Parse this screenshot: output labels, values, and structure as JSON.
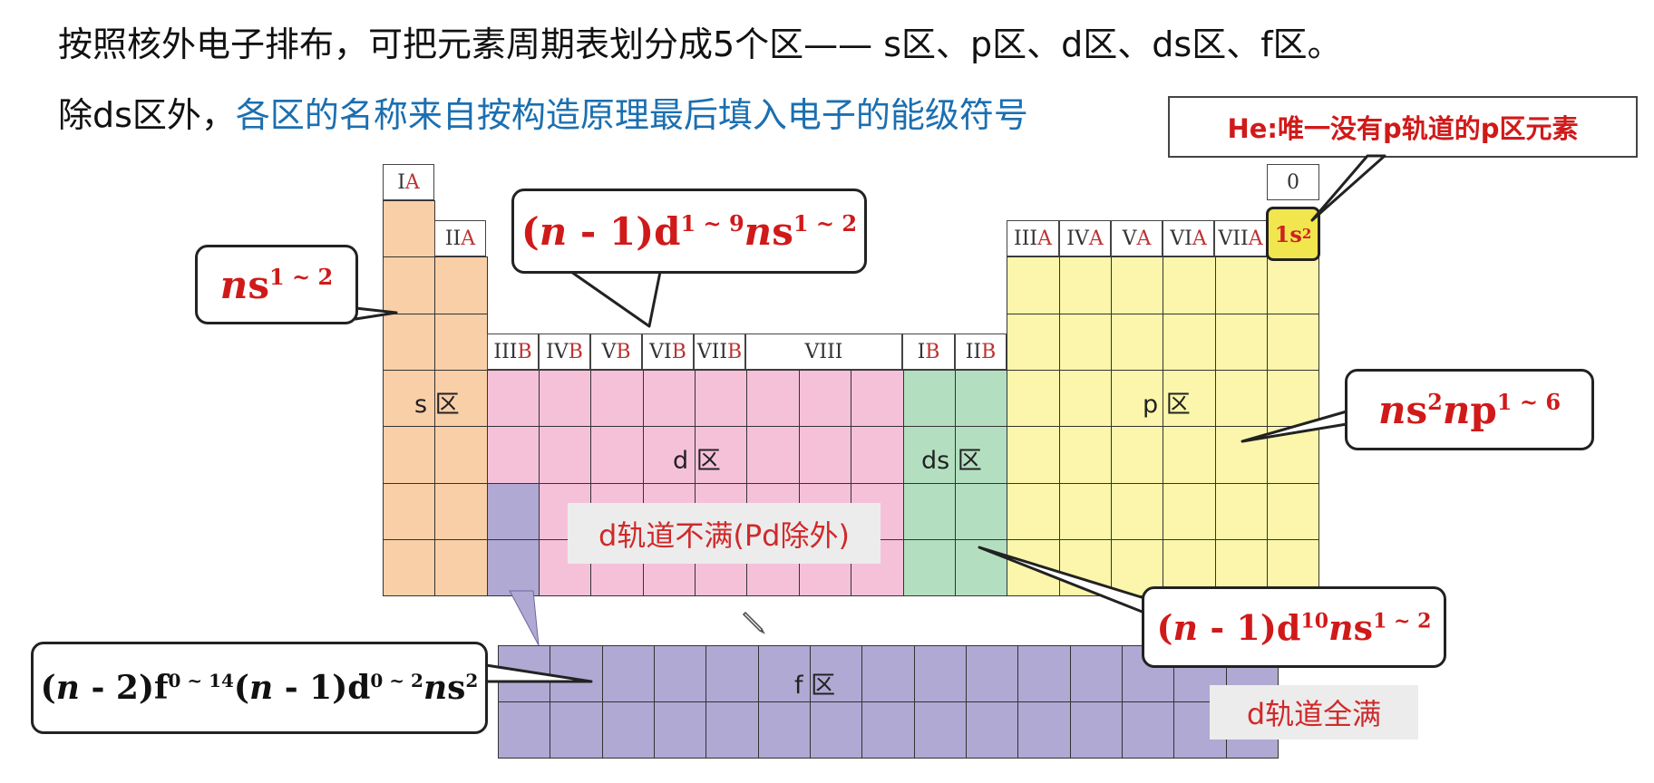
{
  "heading": {
    "line1": "按照核外电子排布，可把元素周期表划分成5个区—— s区、p区、d区、ds区、f区。",
    "line2_prefix": "除ds区外，",
    "line2_highlight": "各区的名称来自按构造原理最后填入电子的能级符号"
  },
  "he_note": "He:唯一没有p轨道的p区元素",
  "group_headers": {
    "s": [
      {
        "num": "I",
        "letter": "A"
      },
      {
        "num": "II",
        "letter": "A"
      }
    ],
    "d": [
      {
        "num": "III",
        "letter": "B"
      },
      {
        "num": "IV",
        "letter": "B"
      },
      {
        "num": "V",
        "letter": "B"
      },
      {
        "num": "VI",
        "letter": "B"
      },
      {
        "num": "VII",
        "letter": "B"
      },
      {
        "num": "VIII",
        "letter": ""
      }
    ],
    "ds": [
      {
        "num": "I",
        "letter": "B"
      },
      {
        "num": "II",
        "letter": "B"
      }
    ],
    "p": [
      {
        "num": "III",
        "letter": "A"
      },
      {
        "num": "IV",
        "letter": "A"
      },
      {
        "num": "V",
        "letter": "A"
      },
      {
        "num": "VI",
        "letter": "A"
      },
      {
        "num": "VII",
        "letter": "A"
      }
    ],
    "zero": "0"
  },
  "he_config": {
    "base": "1s",
    "sup": "2"
  },
  "block_labels": {
    "s": "s 区",
    "d": "d 区",
    "ds": "ds 区",
    "p": "p 区",
    "f": "f 区"
  },
  "callouts": {
    "s": {
      "n": "n",
      "rest": "s",
      "sup": "1 ~ 2"
    },
    "d": {
      "p1": "(",
      "n": "n",
      "p2": " - 1)d",
      "sup1": "1 ~ 9",
      "n2": "n",
      "p3": "s",
      "sup2": "1 ~ 2"
    },
    "p": {
      "n": "n",
      "p1": "s",
      "sup1": "2",
      "n2": "n",
      "p2": "p",
      "sup2": "1 ~ 6"
    },
    "ds": {
      "p1": "(",
      "n": "n",
      "p2": " - 1)d",
      "sup1": "10",
      "n2": "n",
      "p3": "s",
      "sup2": "1 ~ 2"
    },
    "f": {
      "p1": "(",
      "n": "n",
      "p2": " - 2)f",
      "sup1": "0 ~ 14",
      "p3": "(",
      "n2": "n",
      "p4": " - 1)d",
      "sup2": "0 ~ 2",
      "n3": "n",
      "p5": "s",
      "sup3": "2"
    }
  },
  "notes": {
    "d_unfilled": "d轨道不满(Pd除外)",
    "d_full": "d轨道全满"
  },
  "colors": {
    "s": "#f9cfa8",
    "d": "#f5c1d9",
    "ds": "#b3dfc0",
    "p": "#fbf6ab",
    "f": "#b0a9d3",
    "accent_red": "#d01a1a",
    "heading_blue": "#1b6fb0"
  }
}
